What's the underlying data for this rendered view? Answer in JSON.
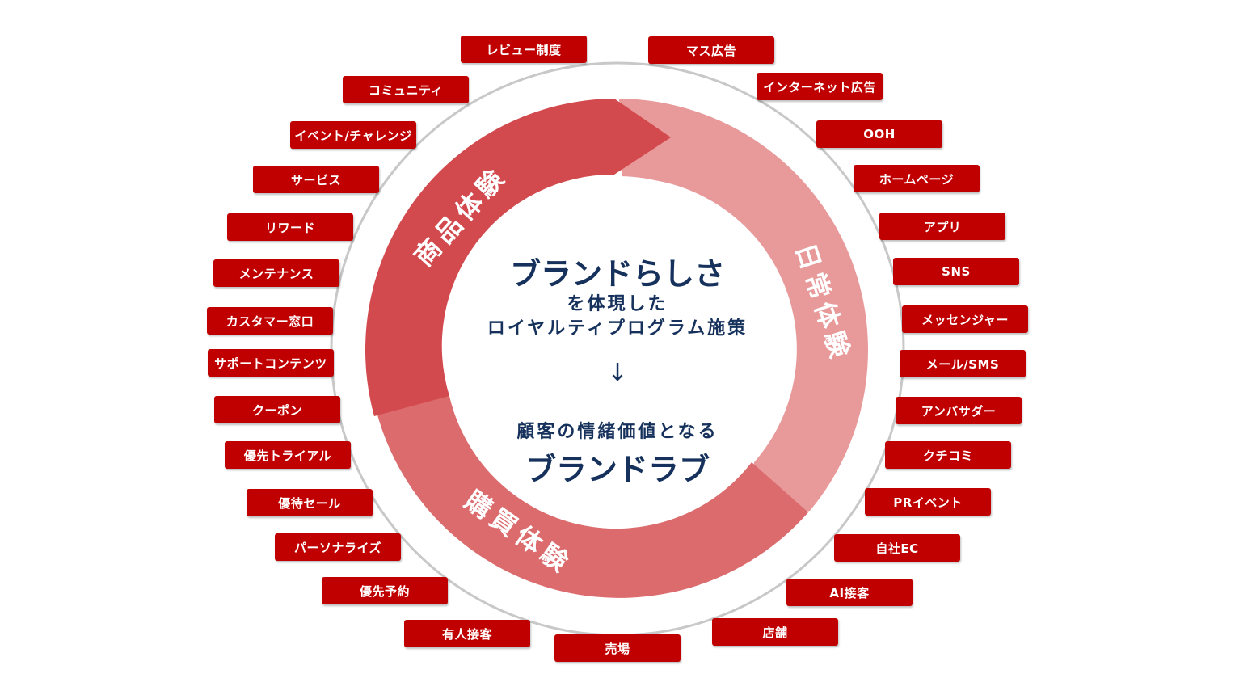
{
  "center": {
    "line1": "ブランドらしさ",
    "line2": "を体現した",
    "line3": "ロイヤルティプログラム施策",
    "arrow": "↓",
    "line4": "顧客の情緒価値となる",
    "line5": "ブランドラブ"
  },
  "segments": {
    "product": "商品体験",
    "daily": "日常体験",
    "purchase": "購買体験"
  },
  "colors": {
    "tag": "#c00000",
    "product_arc": "#d24a4e",
    "daily_arc": "#e89a9a",
    "purchase_arc": "#dc6b6e",
    "text": "#16325c"
  },
  "left_tags": [
    "レビュー制度",
    "コミュニティ",
    "イベント/チャレンジ",
    "サービス",
    "リワード",
    "メンテナンス",
    "カスタマー窓口",
    "サポートコンテンツ",
    "クーポン",
    "優先トライアル",
    "優待セール",
    "パーソナライズ",
    "優先予約",
    "有人接客",
    "売場"
  ],
  "right_tags": [
    "マス広告",
    "インターネット広告",
    "OOH",
    "ホームページ",
    "アプリ",
    "SNS",
    "メッセンジャー",
    "メール/SMS",
    "アンバサダー",
    "クチコミ",
    "PRイベント",
    "自社EC",
    "AI接客",
    "店舗"
  ]
}
